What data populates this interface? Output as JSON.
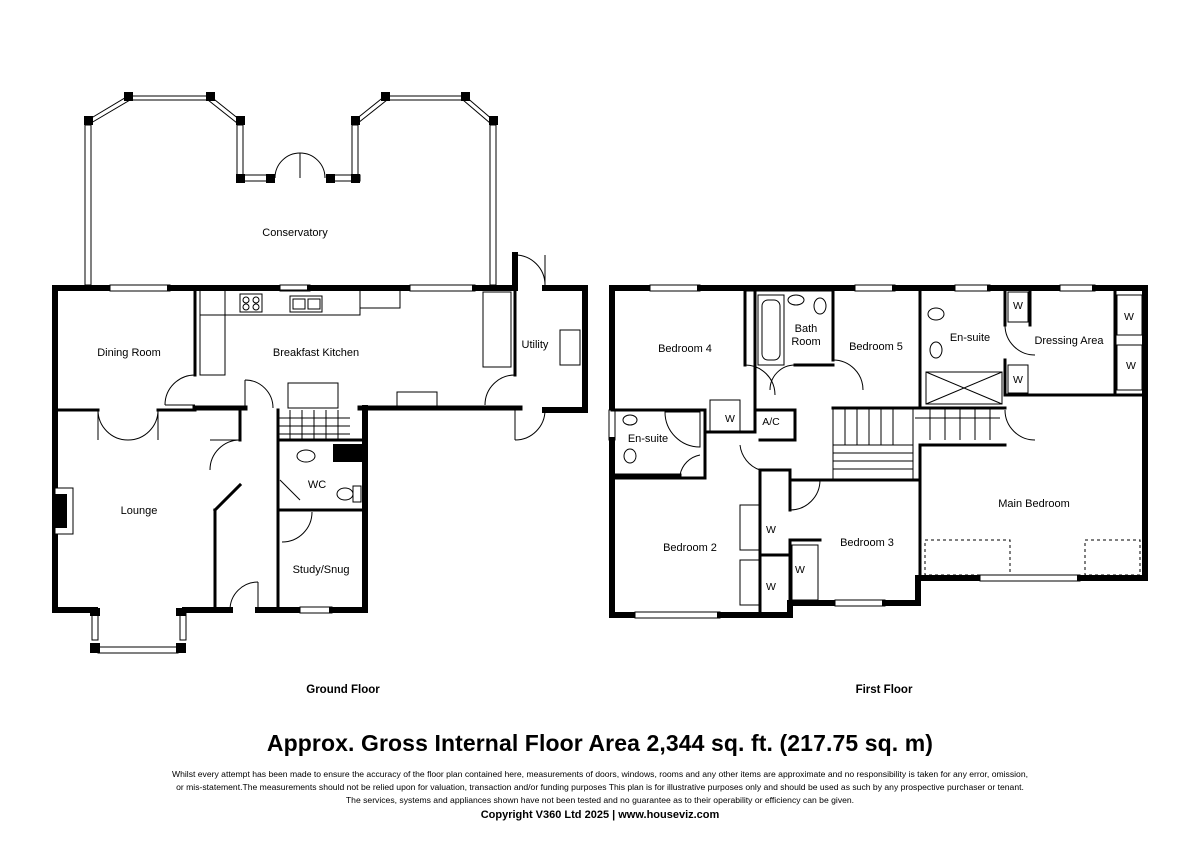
{
  "rooms": {
    "conservatory": "Conservatory",
    "dining_room": "Dining Room",
    "breakfast_kitchen": "Breakfast Kitchen",
    "utility": "Utility",
    "lounge": "Lounge",
    "wc": "WC",
    "study": "Study/Snug",
    "bedroom4": "Bedroom 4",
    "bath_line1": "Bath",
    "bath_line2": "Room",
    "bedroom5": "Bedroom 5",
    "ensuite_main": "En-suite",
    "dressing_area": "Dressing Area",
    "ensuite_bed2": "En-suite",
    "bedroom2": "Bedroom 2",
    "bedroom3": "Bedroom 3",
    "main_bedroom": "Main Bedroom",
    "wardrobe": "W",
    "airing_cupboard": "A/C"
  },
  "floors": {
    "ground": "Ground Floor",
    "first": "First Floor"
  },
  "footer": {
    "area_title": "Approx. Gross Internal Floor Area 2,344 sq. ft. (217.75 sq. m)",
    "disclaimer_line1": "Whilst every attempt has been made to ensure the accuracy of the floor plan contained here, measurements of doors, windows, rooms and any other items are approximate and no responsibility is taken for any error, omission,",
    "disclaimer_line2": "or mis-statement.The measurements should not be relied upon for valuation, transaction and/or funding purposes This plan is for illustrative purposes only and should be used as such by any prospective purchaser or tenant.",
    "disclaimer_line3": "The services, systems and appliances shown have not been tested and no guarantee as to their operability or efficiency can be given.",
    "copyright": "Copyright V360 Ltd 2025 | www.houseviz.com"
  }
}
